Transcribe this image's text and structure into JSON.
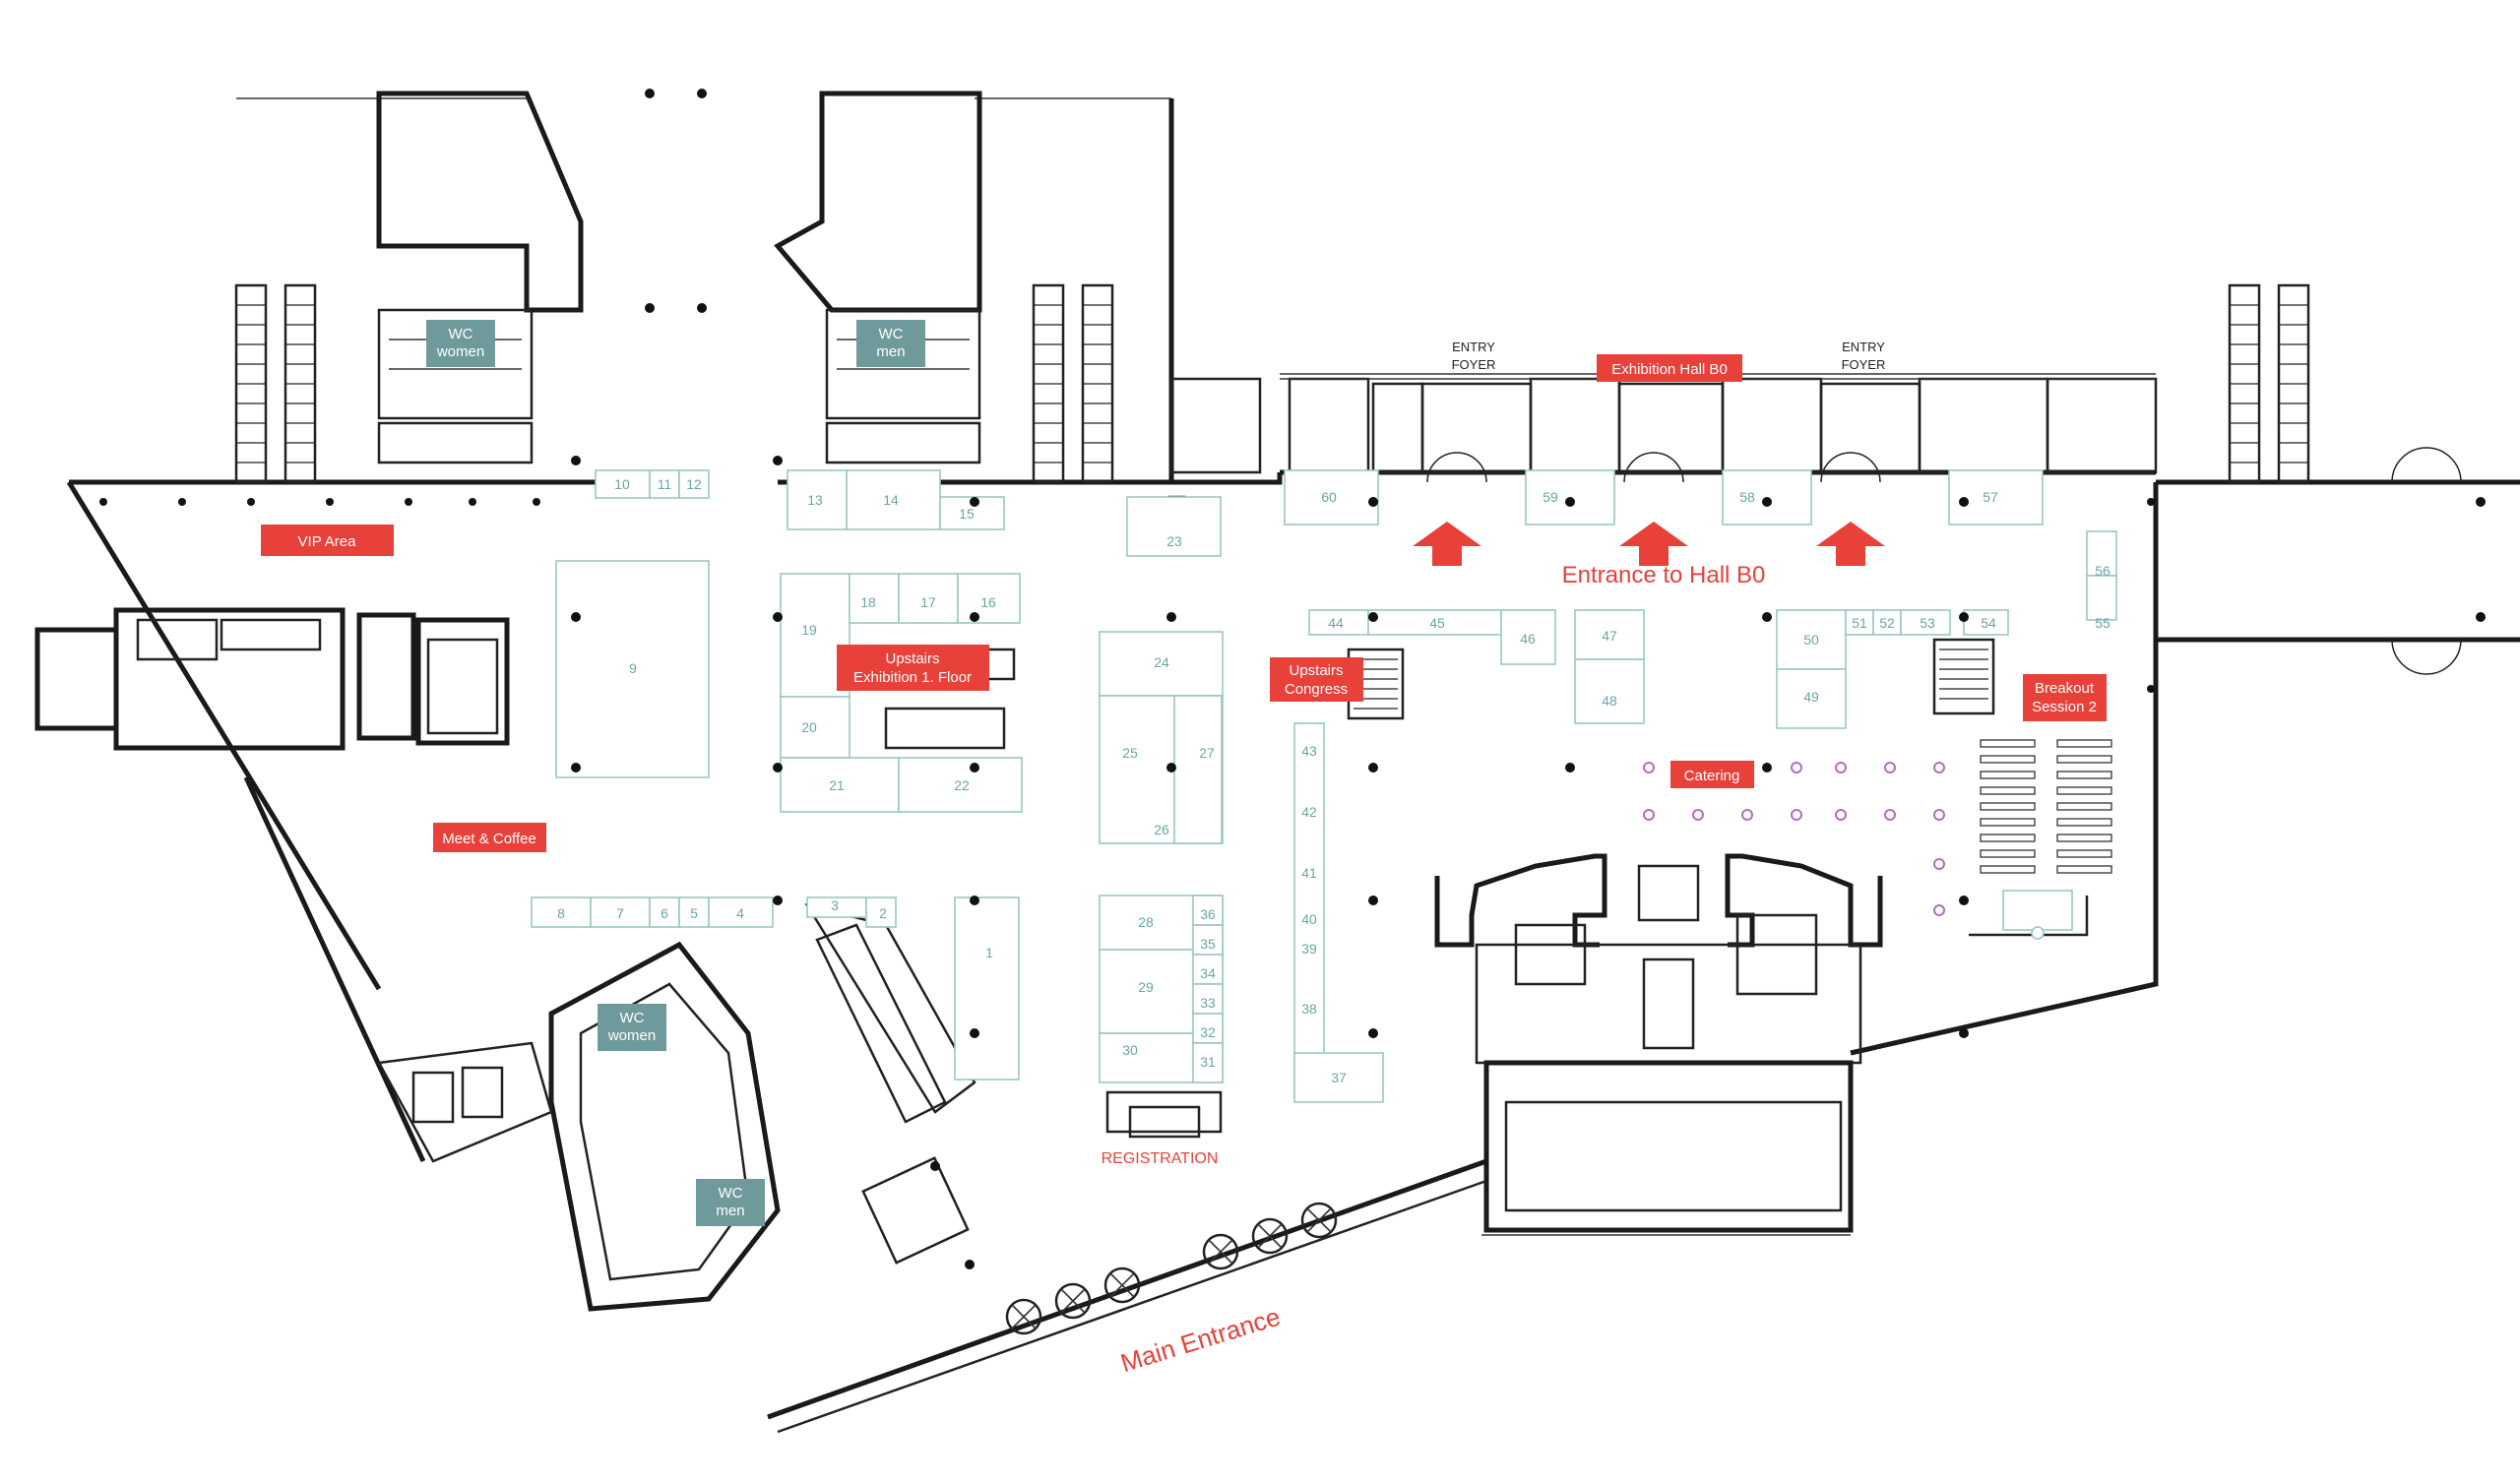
{
  "labels": {
    "vip_area": "VIP Area",
    "meet_coffee": "Meet & Coffee",
    "upstairs_exhibition_line1": "Upstairs",
    "upstairs_exhibition_line2": "Exhibition 1. Floor",
    "upstairs_congress_line1": "Upstairs",
    "upstairs_congress_line2": "Congress",
    "exhibition_hall": "Exhibition Hall B0",
    "catering": "Catering",
    "breakout_line1": "Breakout",
    "breakout_line2": "Session 2",
    "entrance_hall": "Entrance to Hall B0",
    "main_entrance": "Main Entrance",
    "registration": "REGISTRATION",
    "entry_foyer_line1": "ENTRY",
    "entry_foyer_line2": "FOYER"
  },
  "wc": {
    "women": [
      "WC",
      "women"
    ],
    "men": [
      "WC",
      "men"
    ]
  },
  "booths": [
    "1",
    "2",
    "3",
    "4",
    "5",
    "6",
    "7",
    "8",
    "9",
    "10",
    "11",
    "12",
    "13",
    "14",
    "15",
    "16",
    "17",
    "18",
    "19",
    "20",
    "21",
    "22",
    "23",
    "24",
    "25",
    "26",
    "27",
    "28",
    "29",
    "30",
    "31",
    "32",
    "33",
    "34",
    "35",
    "36",
    "37",
    "38",
    "39",
    "40",
    "41",
    "42",
    "43",
    "44",
    "45",
    "46",
    "47",
    "48",
    "49",
    "50",
    "51",
    "52",
    "53",
    "54",
    "55",
    "56",
    "57",
    "58",
    "59",
    "60"
  ],
  "colors": {
    "accent_red": "#e8413a",
    "wc_teal": "#6f9a9c",
    "booth_outline": "#9cc6c1",
    "catering_marker": "#b36bc4"
  }
}
